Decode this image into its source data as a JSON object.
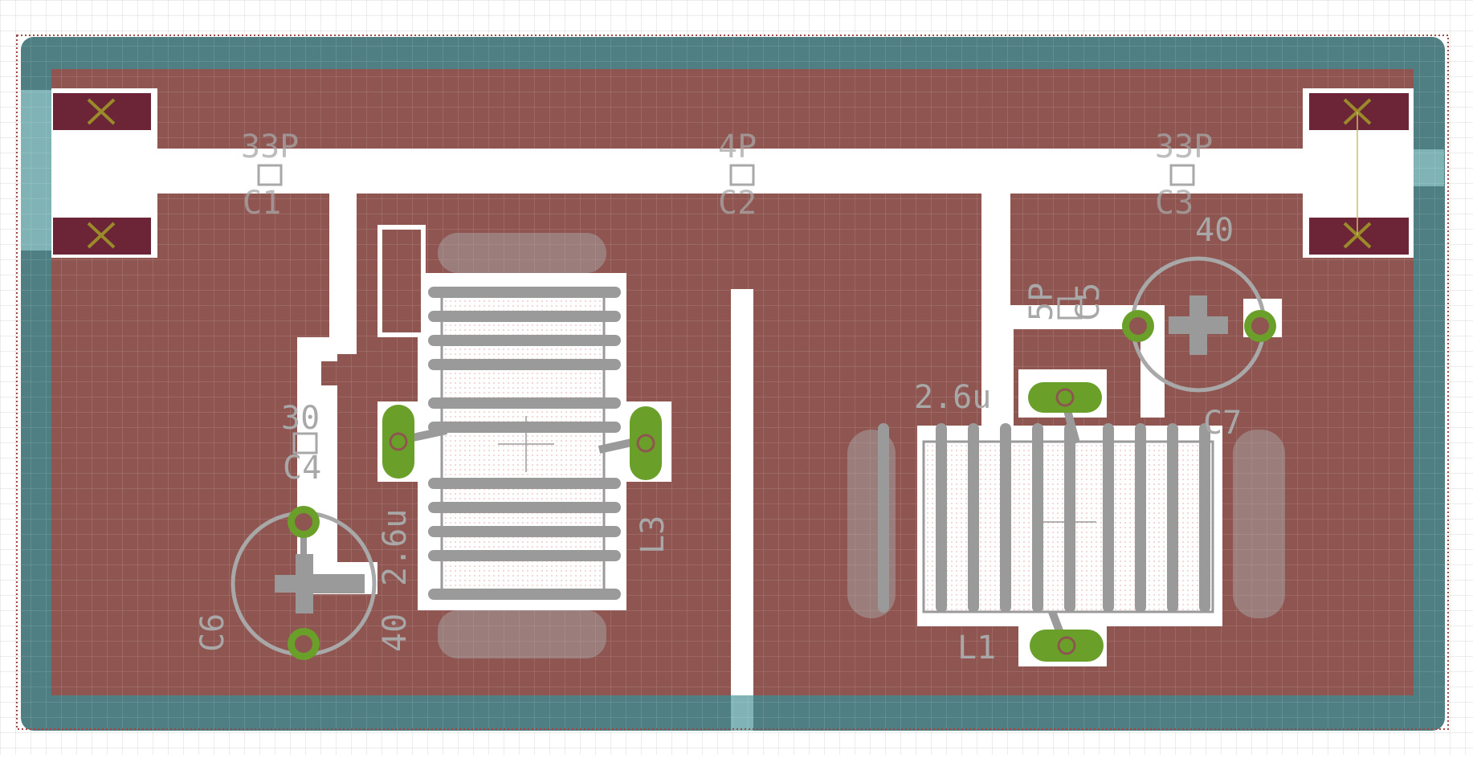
{
  "editor": {
    "view": "PCB board layout",
    "grid_visible": true,
    "colors": {
      "background": "#ffffff",
      "grid": "#d6d6d6",
      "board_outline": "#a04848",
      "bottom_pour": "#5a8a8c",
      "top_pour": "#8f5550",
      "pour_cutout": "#ffffff",
      "smd_pad": "#6b2537",
      "pad_marker": "#9a8a2a",
      "thru_pad": "#6aa02a",
      "silkscreen": "#a8a8a8",
      "inductor_body": "#9a9a9a"
    }
  },
  "labels": {
    "c1_value": "33P",
    "c1_name": "C1",
    "c2_value": "4P",
    "c2_name": "C2",
    "c3_value": "33P",
    "c3_name": "C3",
    "c4_value": "30",
    "c4_name": "C4",
    "c5_value": "5P",
    "c5_name": "C5",
    "c6_value": "40",
    "c6_name": "C6",
    "c7_value": "40",
    "c7_name": "C7",
    "l1_value": "2.6u",
    "l1_name": "L1",
    "l3_value": "2.6u",
    "l3_name": "L3"
  },
  "icons": {
    "smd_pad_marker": "x-cross-icon",
    "origin_marker": "crosshair-icon",
    "thru_hole": "ring-pad-icon"
  }
}
